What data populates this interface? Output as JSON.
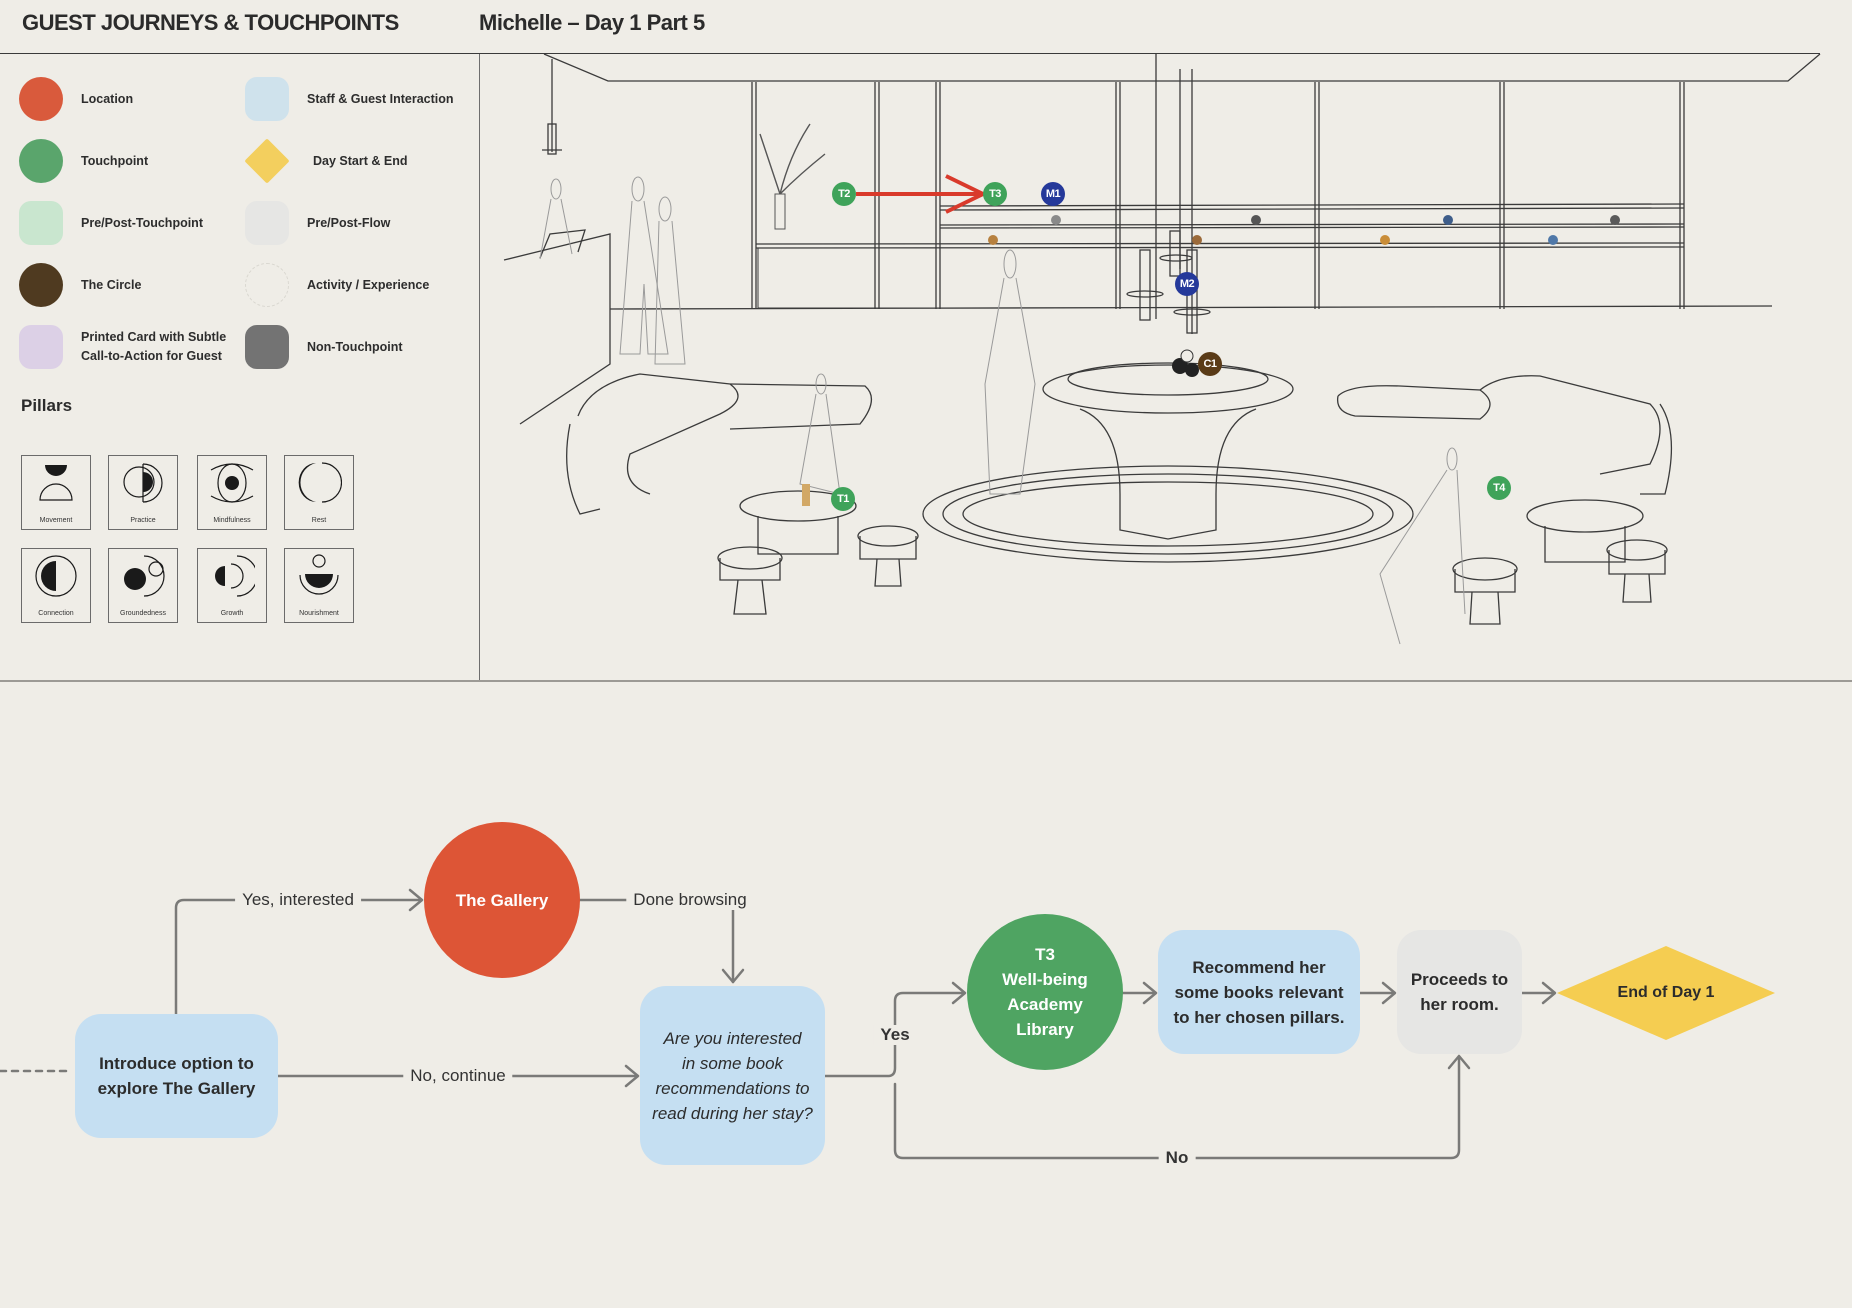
{
  "header": {
    "title": "GUEST JOURNEYS & TOUCHPOINTS",
    "subtitle": "Michelle – Day 1 Part 5"
  },
  "legend": {
    "items": [
      {
        "label": "Location",
        "shape": "circle",
        "color": "#d95a3c"
      },
      {
        "label": "Touchpoint",
        "shape": "circle",
        "color": "#5aa56c"
      },
      {
        "label": "Pre/Post-Touchpoint",
        "shape": "rounded-square",
        "color": "#c9e6cf"
      },
      {
        "label": "The Circle",
        "shape": "circle",
        "color": "#4f3a20"
      },
      {
        "label": "Printed Card with Subtle Call-to-Action for Guest",
        "label_line1": "Printed Card with Subtle",
        "label_line2": "Call-to-Action for Guest",
        "shape": "rounded-square",
        "color": "#dcd0e6"
      },
      {
        "label": "Staff & Guest Interaction",
        "shape": "rounded-square",
        "color": "#cfe2ec"
      },
      {
        "label": "Day Start & End",
        "shape": "diamond",
        "color": "#f3cf5e"
      },
      {
        "label": "Pre/Post-Flow",
        "shape": "rounded-square",
        "color": "#e6e6e4"
      },
      {
        "label": "Activity / Experience",
        "shape": "dashed-circle",
        "color": "#efede7"
      },
      {
        "label": "Non-Touchpoint",
        "shape": "rounded-square",
        "color": "#737373"
      }
    ]
  },
  "pillars": {
    "title": "Pillars",
    "items": [
      {
        "label": "Movement",
        "icon": "movement-icon"
      },
      {
        "label": "Practice",
        "icon": "practice-icon"
      },
      {
        "label": "Mindfulness",
        "icon": "mindfulness-icon"
      },
      {
        "label": "Rest",
        "icon": "rest-icon"
      },
      {
        "label": "Connection",
        "icon": "connection-icon"
      },
      {
        "label": "Groundedness",
        "icon": "groundedness-icon"
      },
      {
        "label": "Growth",
        "icon": "growth-icon"
      },
      {
        "label": "Nourishment",
        "icon": "nourishment-icon"
      }
    ]
  },
  "sketch": {
    "markers": [
      {
        "id": "T2",
        "type": "touchpoint",
        "color": "#3fa35a"
      },
      {
        "id": "T3",
        "type": "touchpoint",
        "color": "#3fa35a"
      },
      {
        "id": "M1",
        "type": "staff",
        "color": "#25399a"
      },
      {
        "id": "M2",
        "type": "staff",
        "color": "#25399a"
      },
      {
        "id": "C1",
        "type": "circle",
        "color": "#5a3b17"
      },
      {
        "id": "T1",
        "type": "touchpoint",
        "color": "#3fa35a"
      },
      {
        "id": "T4",
        "type": "touchpoint",
        "color": "#3fa35a"
      }
    ],
    "path_arrow": {
      "from": "T2",
      "to": "T3",
      "color": "#d93a2b"
    }
  },
  "flow": {
    "intro": {
      "line1": "Introduce option to",
      "line2": "explore The Gallery"
    },
    "gallery": {
      "label": "The Gallery",
      "color": "#dd5536"
    },
    "question": {
      "line1": "Are you interested",
      "line2": "in some book",
      "line3": "recommendations to",
      "line4": "read during her stay?"
    },
    "t3": {
      "line1": "T3",
      "line2": "Well-being",
      "line3": "Academy",
      "line4": "Library",
      "color": "#4fa462"
    },
    "recommend": {
      "line1": "Recommend her",
      "line2": "some books relevant",
      "line3": "to her chosen pillars."
    },
    "proceeds": {
      "line1": "Proceeds to",
      "line2": "her room."
    },
    "end": {
      "label": "End of Day 1",
      "color": "#f5cd51"
    },
    "labels": {
      "yes_interested": "Yes, interested",
      "done_browsing": "Done browsing",
      "no_continue": "No, continue",
      "yes": "Yes",
      "no": "No"
    },
    "colors": {
      "blue_box": "#c5dff2",
      "grey_box": "#e6e6e4",
      "connector": "#7a7a78"
    }
  }
}
